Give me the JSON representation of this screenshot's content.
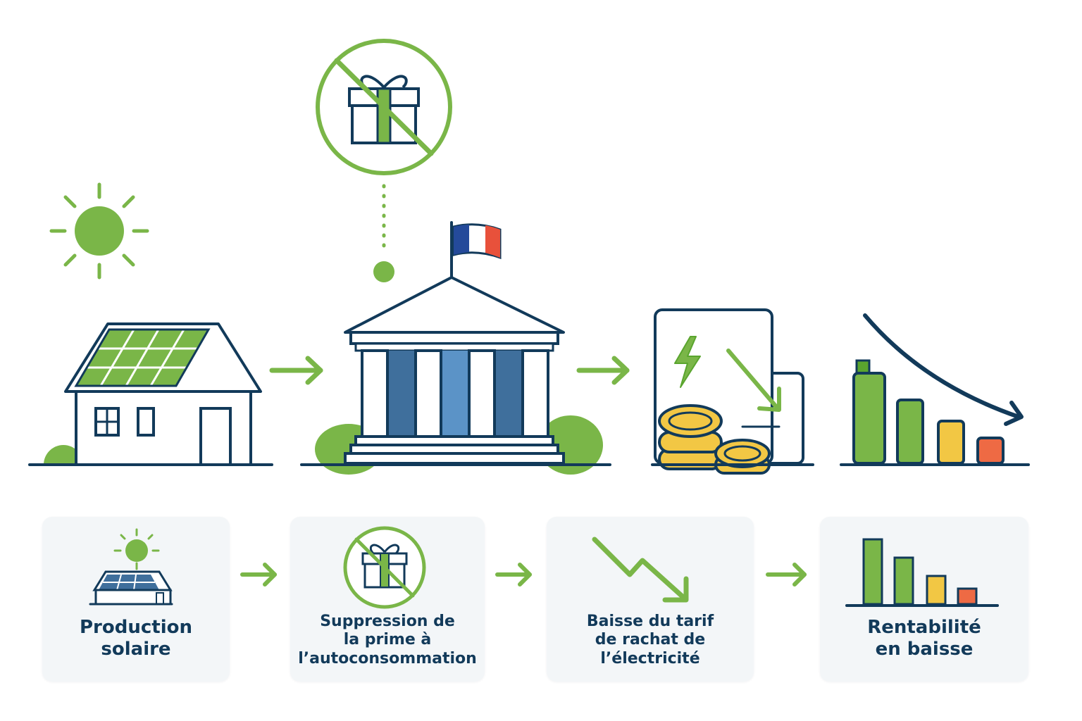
{
  "colors": {
    "navy": "#123a5a",
    "green": "#7ab648",
    "green_dark": "#5aa52e",
    "blue_column": "#3f6f9c",
    "blue_column_light": "#5b93c7",
    "yellow": "#f2c744",
    "red": "#ee6a44",
    "card_bg": "#f3f6f8",
    "flag_blue": "#244a9a",
    "flag_red": "#e8513b"
  },
  "icons": {
    "sun": "sun-icon",
    "house": "house-with-solar-panels-icon",
    "government": "government-building-icon",
    "flag": "french-flag-icon",
    "no_subsidy": "crossed-gift-icon",
    "invoice": "electricity-bill-with-coins-icon",
    "declining_bars": "declining-bar-chart-icon",
    "trend_down": "downward-trend-arrow-icon",
    "arrow": "right-arrow-icon"
  },
  "steps": [
    {
      "label": "Production\nsolaire"
    },
    {
      "label": "Suppression de\nla prime à\nl’autoconsommation"
    },
    {
      "label": "Baisse du tarif\nde rachat de\nl’électricité"
    },
    {
      "label": "Rentabilité\nen baisse"
    }
  ]
}
